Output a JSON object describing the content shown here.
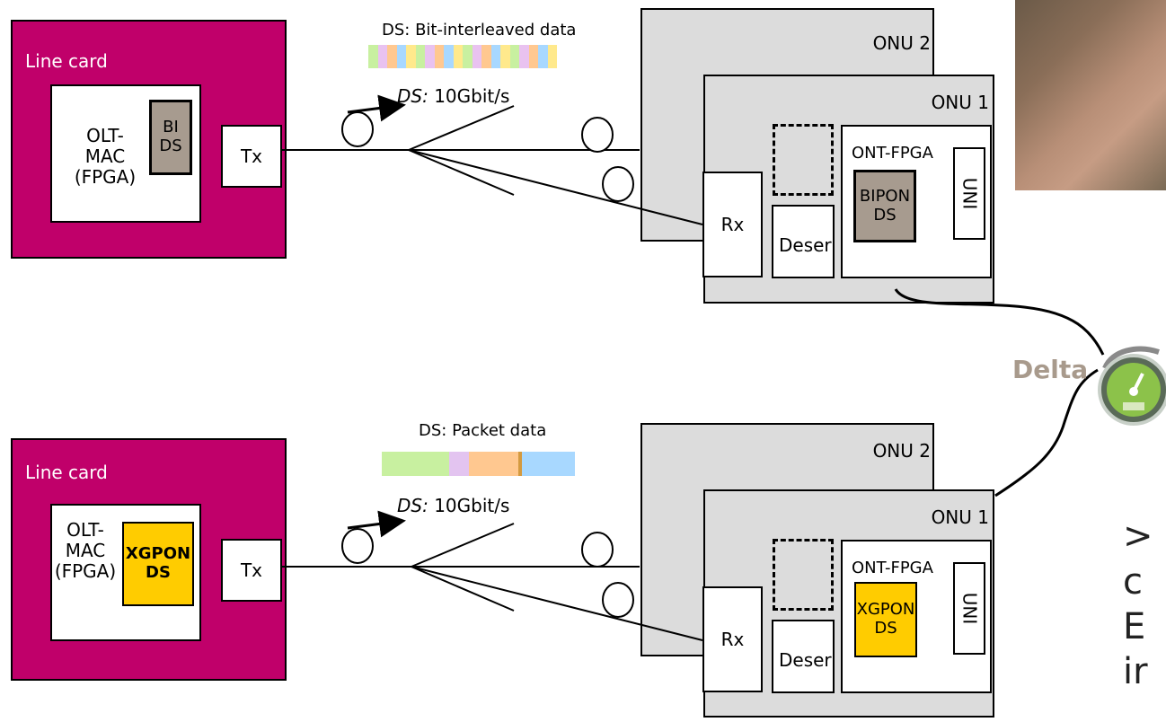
{
  "top": {
    "linecard_label": "Line card",
    "olt_mac": "OLT-\nMAC\n(FPGA)",
    "ds_chip": "BI\nDS",
    "tx": "Tx",
    "legend_title": "DS: Bit-interleaved data",
    "ds_prefix": "DS:",
    "ds_rate": " 10Gbit/s",
    "onu2": "ONU 2",
    "onu1": "ONU 1",
    "ont_fpga": "ONT-FPGA",
    "ont_chip": "BIPON\nDS",
    "uni": "UNI",
    "rx": "Rx",
    "deser": "Deser"
  },
  "bottom": {
    "linecard_label": "Line card",
    "olt_mac": "OLT-\nMAC\n(FPGA)",
    "ds_chip": "XGPON\nDS",
    "tx": "Tx",
    "legend_title": "DS: Packet data",
    "ds_prefix": "DS:",
    "ds_rate": " 10Gbit/s",
    "onu2": "ONU 2",
    "onu1": "ONU 1",
    "ont_fpga": "ONT-FPGA",
    "ont_chip": "XGPON\nDS",
    "uni": "UNI",
    "rx": "Rx",
    "deser": "Deser"
  },
  "meter_label": "Delta",
  "side_text": [
    ">",
    "c",
    "E",
    "ir"
  ],
  "colors": {
    "line_card": "#c0006a",
    "onu_gray": "#dcdcdc",
    "bipon_chip": "#a79b8f",
    "xgpon_chip": "#ffcc00",
    "delta_text": "#a89a8c"
  }
}
